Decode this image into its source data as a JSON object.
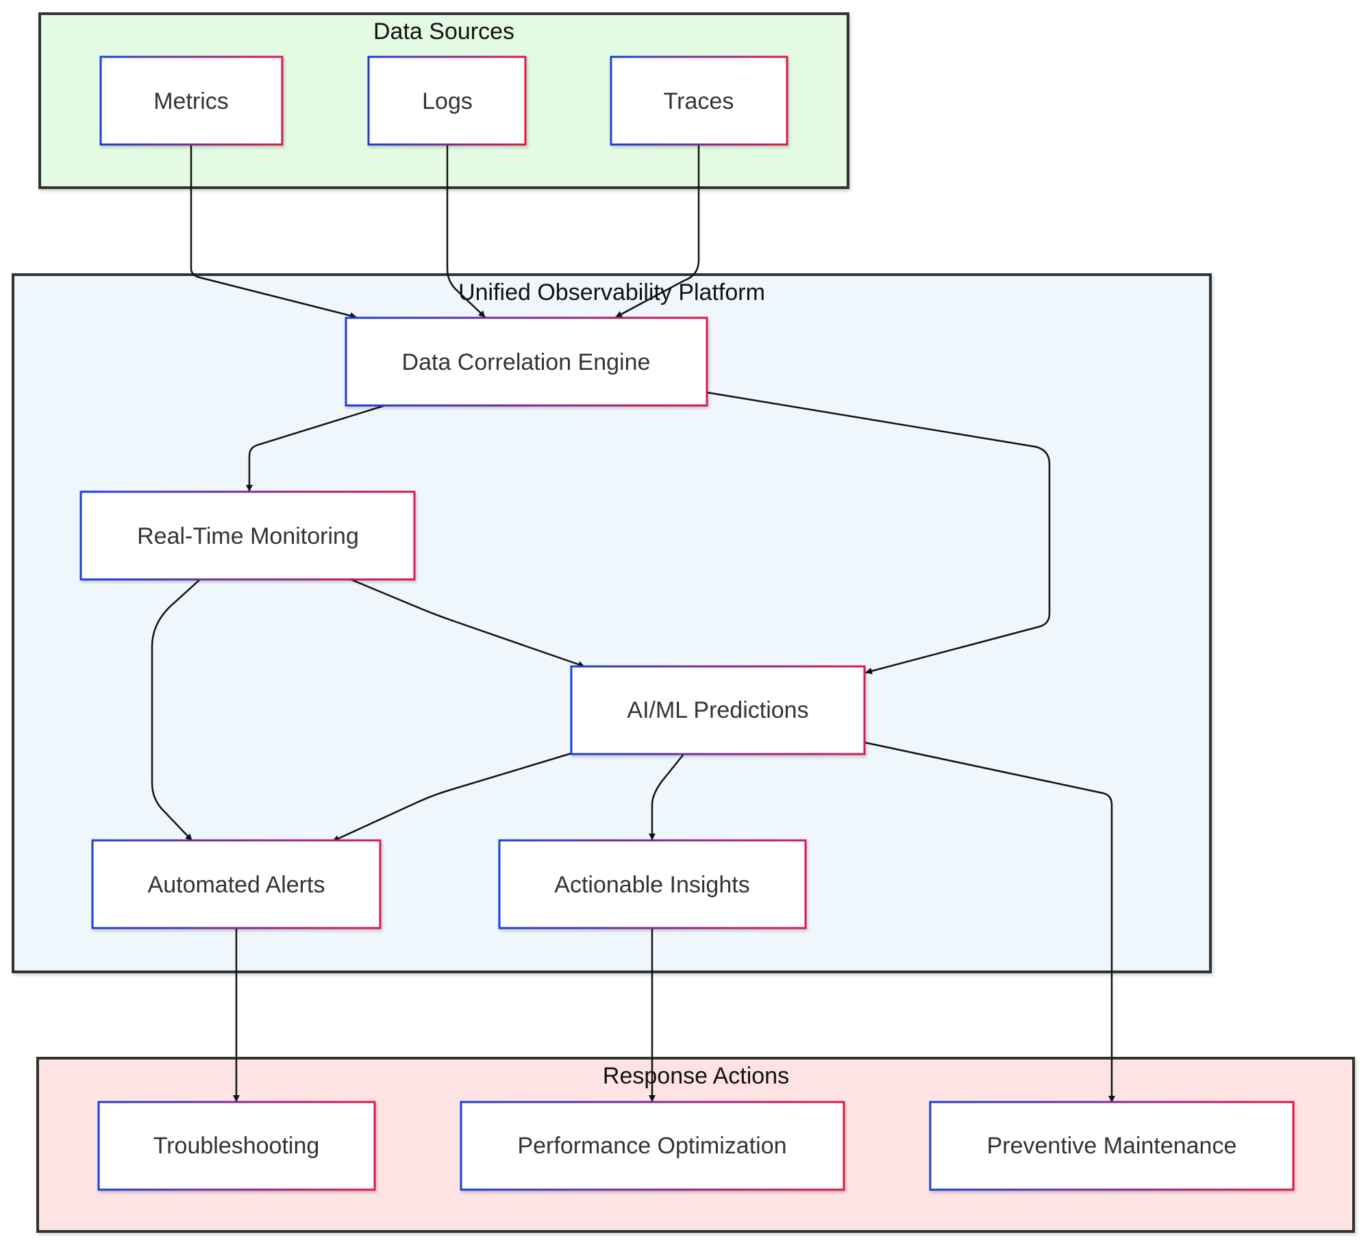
{
  "groups": {
    "sources": {
      "title": "Data Sources",
      "fill": "#e3fbe3"
    },
    "platform": {
      "title": "Unified Observability Platform",
      "fill": "#eff7fd"
    },
    "actions": {
      "title": "Response Actions",
      "fill": "#fde3e3"
    }
  },
  "nodes": {
    "metrics": "Metrics",
    "logs": "Logs",
    "traces": "Traces",
    "correlation": "Data Correlation Engine",
    "monitoring": "Real-Time Monitoring",
    "predictions": "AI/ML Predictions",
    "alerts": "Automated Alerts",
    "insights": "Actionable Insights",
    "troubleshooting": "Troubleshooting",
    "optimization": "Performance Optimization",
    "maintenance": "Preventive Maintenance"
  },
  "colors": {
    "node_border_start": "#1d3fd6",
    "node_border_end": "#e0184f",
    "group_border": "#333333",
    "edge": "#111111"
  }
}
